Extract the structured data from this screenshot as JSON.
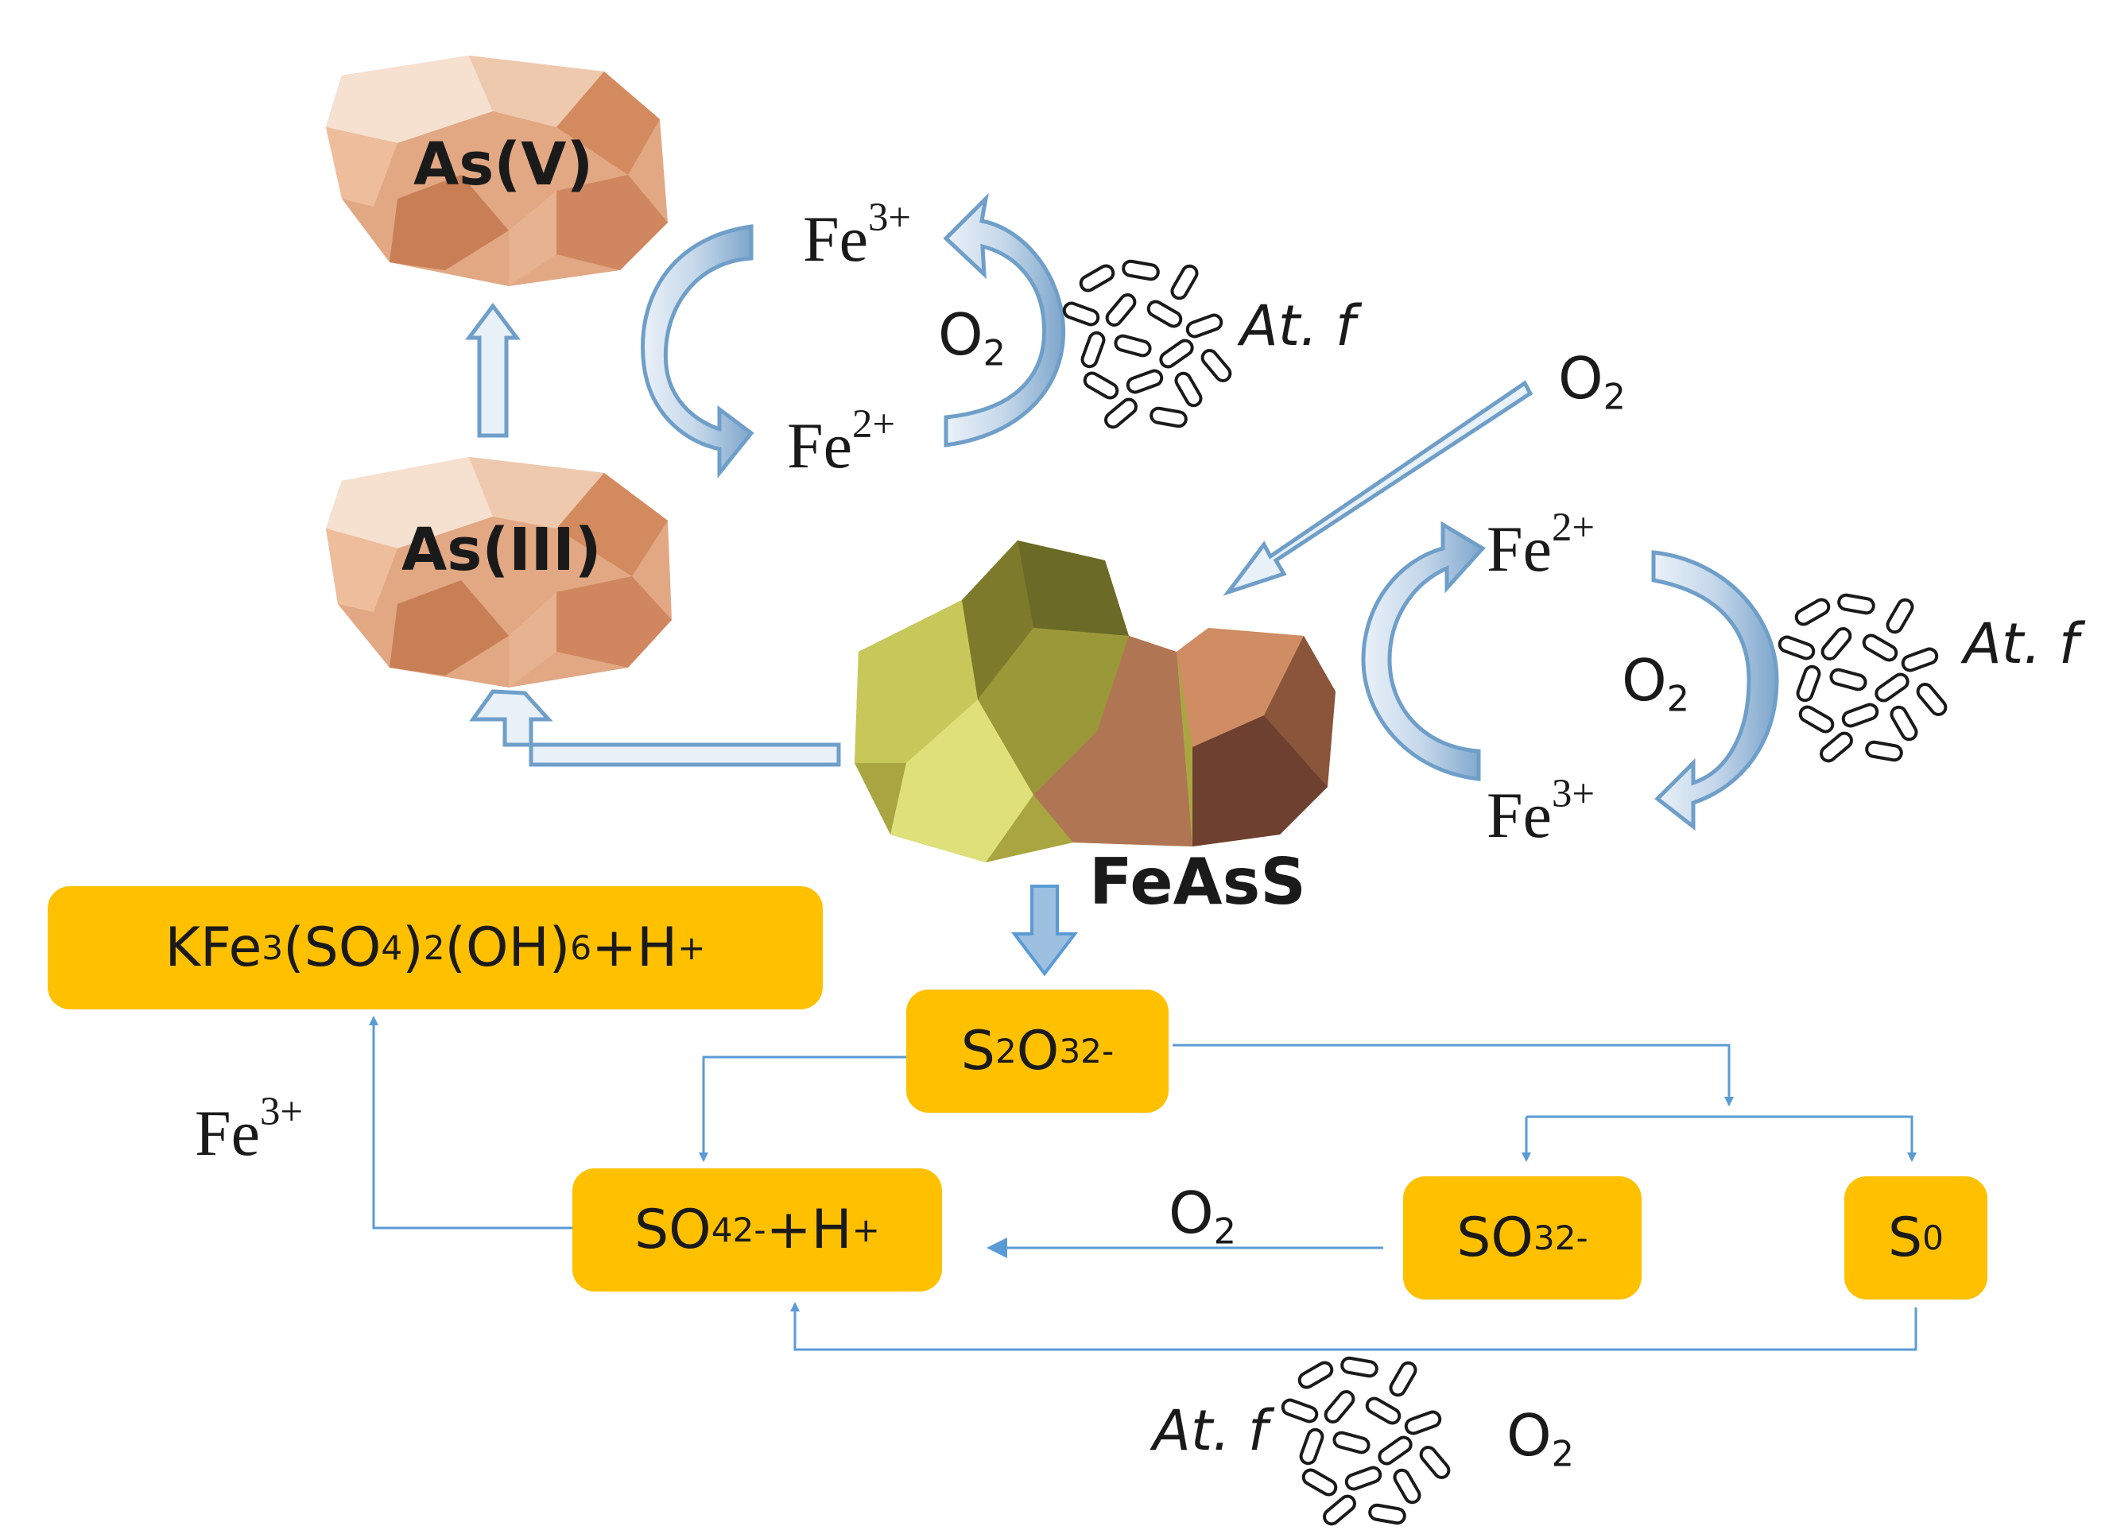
{
  "labels": {
    "as5": "As(V)",
    "as3": "As(III)",
    "feass": "FeAsS",
    "fe3_top": "Fe",
    "fe3_top_charge": "3+",
    "fe2_top": "Fe",
    "fe2_top_charge": "2+",
    "o2_top_cycle": "O",
    "o2_top_cycle_sub": "2",
    "atf_top": "At. f",
    "o2_right": "O",
    "o2_right_sub": "2",
    "fe2_right": "Fe",
    "fe2_right_charge": "2+",
    "fe3_right": "Fe",
    "fe3_right_charge": "3+",
    "o2_right_cycle": "O",
    "o2_right_cycle_sub": "2",
    "atf_right": "At. f",
    "fe3_left": "Fe",
    "fe3_left_charge": "3+",
    "o2_middle": "O",
    "o2_middle_sub": "2",
    "atf_bottom": "At. f",
    "o2_bottom": "O",
    "o2_bottom_sub": "2"
  },
  "boxes": {
    "jarosite": {
      "a": "KFe",
      "a_sub": "3",
      "b": "(SO",
      "b_sub": "4",
      "c": ")",
      "c_sub": "2",
      "d": " (OH)",
      "d_sub": "6",
      "e": " +H",
      "e_sup": "+"
    },
    "thiosulfate": {
      "a": "S",
      "a_sub": "2",
      "b": "O",
      "b_sub": "3",
      "b_sup": "2-"
    },
    "sulfate": {
      "a": "SO",
      "a_sub": "4",
      "a_sup": "2-",
      "b": " +H",
      "b_sup": "+"
    },
    "sulfite": {
      "a": "SO",
      "a_sub": "3",
      "a_sup": "2-"
    },
    "sulfur": {
      "a": "S",
      "a_sup": "0"
    }
  },
  "colors": {
    "box_fill": "#ffc000",
    "arrow_outline": "#6f9fc9",
    "arrow_fill": "#dbe8f4",
    "line": "#5b9bd5",
    "rock_as": "#e1a883",
    "rock_feass_yellow": "#a9a642",
    "rock_feass_brown": "#a66e4b"
  },
  "icons": [
    "bacteria-cluster-icon",
    "rock-icon"
  ]
}
